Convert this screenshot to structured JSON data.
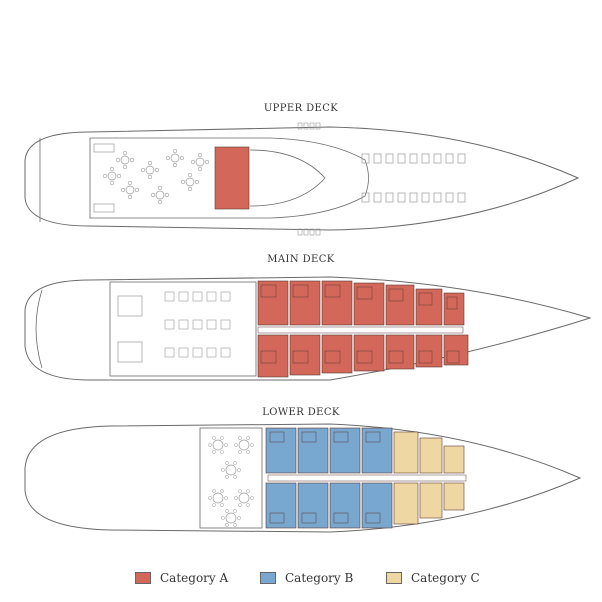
{
  "decks": [
    {
      "id": "upper",
      "title": "UPPER DECK"
    },
    {
      "id": "main",
      "title": "MAIN DECK"
    },
    {
      "id": "lower",
      "title": "LOWER DECK"
    }
  ],
  "legend": [
    {
      "label": "Category  A",
      "color": "#d2675a"
    },
    {
      "label": "Category  B",
      "color": "#78a8cf"
    },
    {
      "label": "Category  C",
      "color": "#efd7a4"
    }
  ],
  "colors": {
    "outline": "#6a6a6a",
    "furniture": "#9a9a9a",
    "cabin_line": "#5c3a35"
  }
}
